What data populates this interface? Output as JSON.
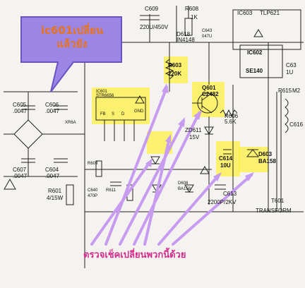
{
  "callout": {
    "line1": "ic601เปลี่ยน",
    "line2": "แล้วยัง"
  },
  "footer_note": "ตรวจเช็คเปลี่ยนพวกนี้ด้วย",
  "components": {
    "c609": "C609",
    "c609_val": "220U/450V",
    "r608": "R608",
    "r608_val": "1K",
    "d618": "D618",
    "d618_val": "IN4148",
    "c643": "C643",
    "c643_val": "047U",
    "ic603": "IC603",
    "tlp621": "TLP621",
    "ic602": "IC602",
    "se140": "SE140",
    "c63": "C63",
    "c63_val": "1U",
    "r603": "R603",
    "r603_val": "220K",
    "q601": "Q601",
    "q601_val": "C2482",
    "ic601": "IC601",
    "ic601_val": "STR6656",
    "r606": "R606",
    "r606_val": "5.6K",
    "zd611": "ZD611",
    "zd611_val": "15V",
    "c605": "C605",
    "c605_val": ".0047",
    "c606": "C606",
    "c606_val": ".0047",
    "c607": "C607",
    "c607_val": ".0047",
    "c604": "C604",
    "c604_val": ".0047",
    "r601": "R601",
    "r601_val": "4/15W",
    "c614": "C614",
    "c614_val": "10U",
    "d603": "D603",
    "d603_val": "BA158",
    "d608": "D608",
    "c613": "C613",
    "c613_val": "2200P/2KV",
    "t601": "T601",
    "transform": "TRANSFORM",
    "r615": "R615",
    "m2": "M2",
    "c616": "C616",
    "pin_fb": "FB",
    "pin_s": "S",
    "pin_d": "D",
    "pin_gnd": "GND",
    "ba158_small": "BA158",
    "r609": "R609",
    "c640": "C640",
    "c640_val": "470P",
    "r611": "R611",
    "xr6a": "XR6A"
  },
  "colors": {
    "callout_fill": "#9b86e6",
    "callout_text": "#e8731a",
    "highlight": "#fff03c",
    "arrow": "#c79bf0",
    "footer_text": "#d42c8c"
  }
}
